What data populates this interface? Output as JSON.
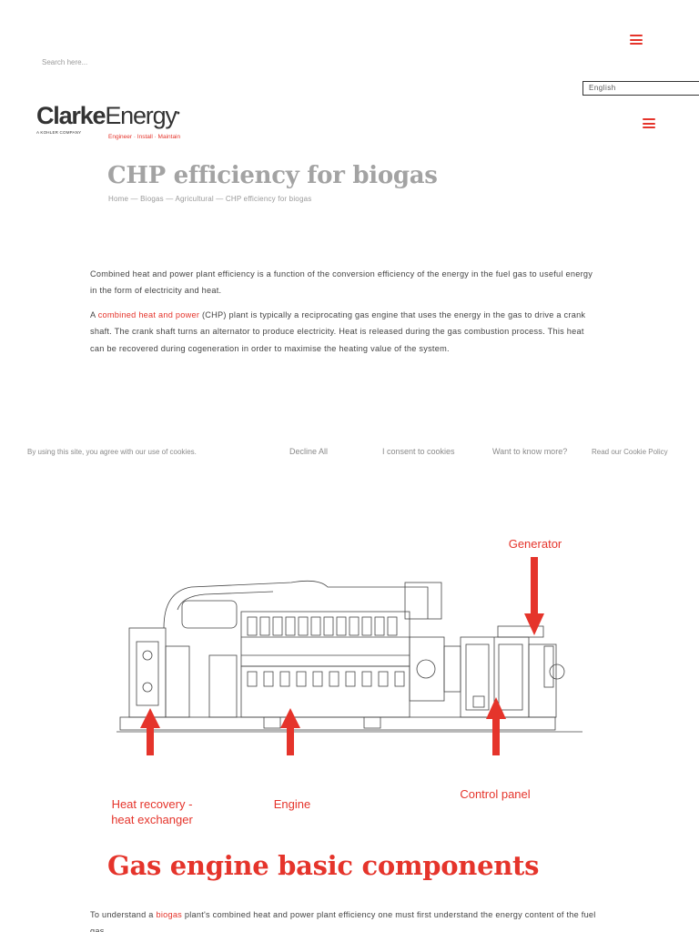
{
  "header": {
    "search_placeholder": "Search here...",
    "language": "English",
    "logo_clarke": "Clarke",
    "logo_energy": "Energy",
    "logo_sub": "A KOHLER COMPANY",
    "tagline": "Engineer · Install · Maintain",
    "brand_color": "#e5342b"
  },
  "page": {
    "title": "CHP efficiency for biogas",
    "breadcrumb": "Home — Biogas — Agricultural — CHP efficiency for biogas"
  },
  "content": {
    "p1": "Combined heat and power plant efficiency is a function of the conversion efficiency of the energy in the fuel gas to useful energy in the form of electricity and heat.",
    "p2_prefix": "A ",
    "p2_link": "combined heat and power",
    "p2_suffix": " (CHP) plant is typically a reciprocating gas engine that uses the energy in the gas to drive a crank shaft. The crank shaft turns an alternator to produce electricity. Heat is released during the gas combustion process. This heat can be recovered during cogeneration in order to maximise the heating value of the system.",
    "p3_prefix": "To understand a ",
    "p3_link": "biogas",
    "p3_suffix": " plant's combined heat and power plant efficiency one must first understand the energy content of the fuel gas."
  },
  "cookie": {
    "text": "By using this site, you agree with our use of cookies.",
    "decline": "Decline All",
    "consent": "I consent to cookies",
    "more": "Want to know more?",
    "policy": "Read our Cookie Policy"
  },
  "figure": {
    "labels": {
      "generator": "Generator",
      "heat_recovery": "Heat recovery - heat exchanger",
      "engine": "Engine",
      "control_panel": "Control panel"
    },
    "title": "Gas engine basic components"
  }
}
